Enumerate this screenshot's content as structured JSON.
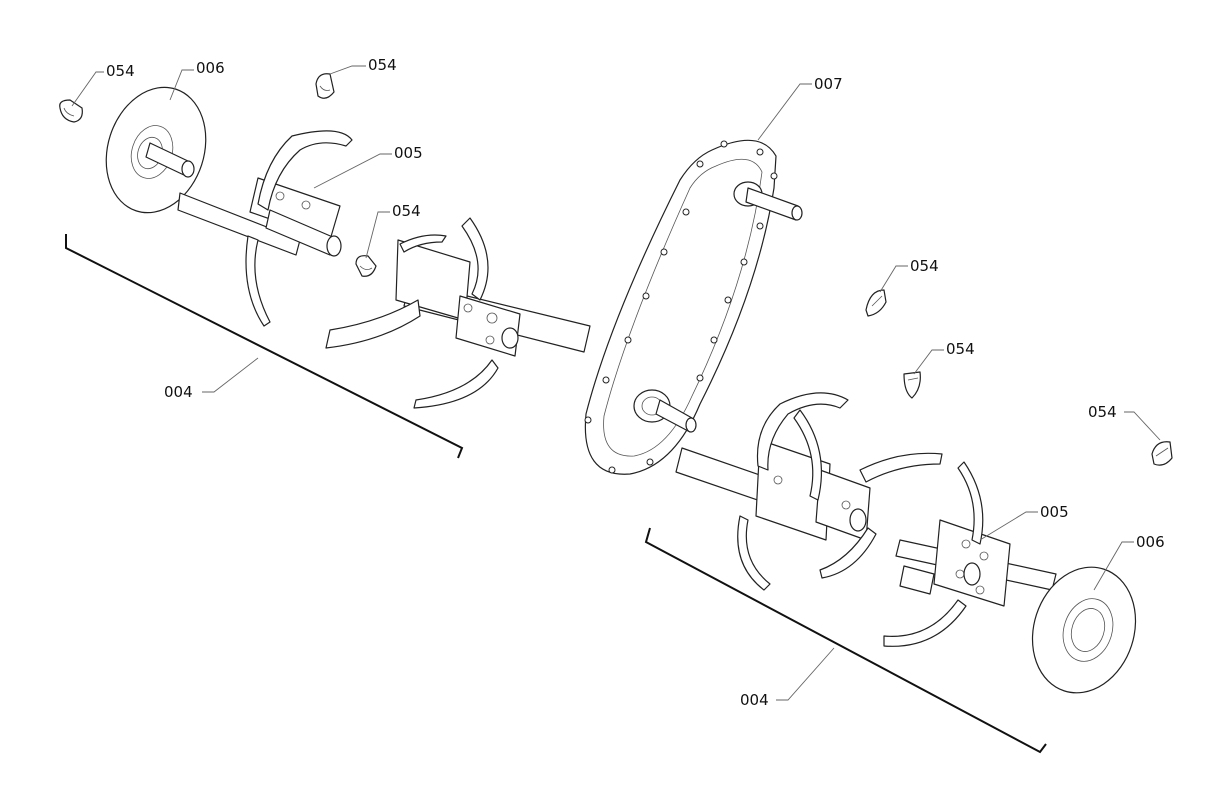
{
  "callouts": [
    {
      "id": "pin-top-left",
      "text": "054"
    },
    {
      "id": "disc-left",
      "text": "006"
    },
    {
      "id": "pin-top-center",
      "text": "054"
    },
    {
      "id": "gearbox",
      "text": "007"
    },
    {
      "id": "tine-flange-left",
      "text": "005"
    },
    {
      "id": "pin-mid-left",
      "text": "054"
    },
    {
      "id": "tine-assembly-left",
      "text": "004"
    },
    {
      "id": "pin-right-1",
      "text": "054"
    },
    {
      "id": "pin-right-2",
      "text": "054"
    },
    {
      "id": "pin-far-right",
      "text": "054"
    },
    {
      "id": "tine-flange-right",
      "text": "005"
    },
    {
      "id": "disc-right",
      "text": "006"
    },
    {
      "id": "tine-assembly-right",
      "text": "004"
    }
  ],
  "colors": {
    "line": "#222222",
    "background": "#ffffff",
    "text": "#111111"
  }
}
